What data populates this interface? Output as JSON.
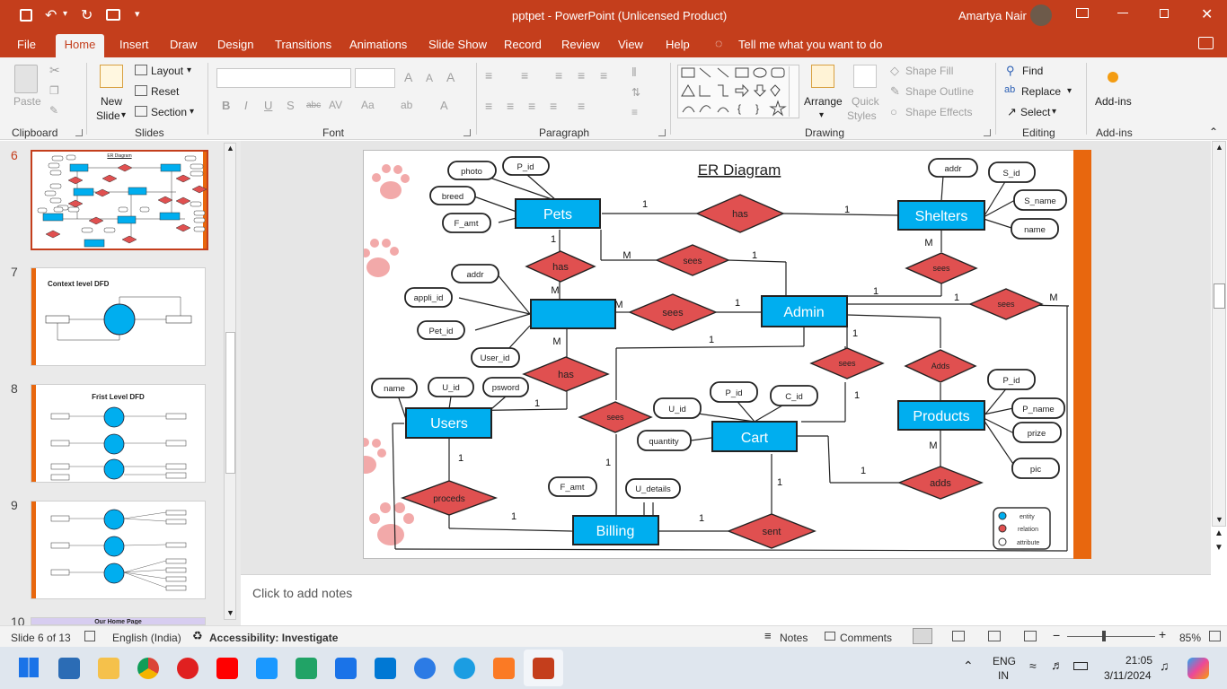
{
  "window": {
    "title": "pptpet  -  PowerPoint (Unlicensed Product)",
    "user": "Amartya Nair"
  },
  "tabs": [
    "File",
    "Home",
    "Insert",
    "Draw",
    "Design",
    "Transitions",
    "Animations",
    "Slide Show",
    "Record",
    "Review",
    "View",
    "Help"
  ],
  "tell_me": "Tell me what you want to do",
  "ribbon": {
    "clipboard": {
      "paste": "Paste",
      "label": "Clipboard"
    },
    "slides": {
      "new_slide": "New",
      "new_slide2": "Slide",
      "layout": "Layout",
      "reset": "Reset",
      "section": "Section",
      "label": "Slides"
    },
    "font": {
      "label": "Font"
    },
    "paragraph": {
      "label": "Paragraph"
    },
    "drawing": {
      "arrange": "Arrange",
      "quick_styles": "Quick",
      "quick_styles2": "Styles",
      "shape_fill": "Shape Fill",
      "shape_outline": "Shape Outline",
      "shape_effects": "Shape Effects",
      "label": "Drawing"
    },
    "editing": {
      "find": "Find",
      "replace": "Replace",
      "select": "Select",
      "label": "Editing"
    },
    "addins": {
      "button": "Add-ins",
      "label": "Add-ins"
    }
  },
  "thumbnails": [
    {
      "num": "6",
      "title": "ER Diagram",
      "selected": true
    },
    {
      "num": "7",
      "title": "Context level DFD",
      "selected": false
    },
    {
      "num": "8",
      "title": "Frist Level DFD",
      "selected": false
    },
    {
      "num": "9",
      "title": "",
      "selected": false
    },
    {
      "num": "10",
      "title": "Our Home Page",
      "selected": false
    }
  ],
  "slide": {
    "title": "ER Diagram",
    "entities": {
      "pets": "Pets",
      "shelters": "Shelters",
      "admin": "Admin",
      "users": "Users",
      "cart": "Cart",
      "products": "Products",
      "billing": "Billing"
    },
    "relations": {
      "has1": "has",
      "has2": "has",
      "has3": "has",
      "sees1": "sees",
      "sees2": "sees",
      "sees3": "sees",
      "sees4": "sees",
      "sees5": "sees",
      "sees6": "sees",
      "adds1": "Adds",
      "adds2": "adds",
      "proceds": "proceds",
      "sent": "sent"
    },
    "attributes": {
      "photo": "photo",
      "pid1": "P_id",
      "breed": "breed",
      "famt1": "F_amt",
      "addr1": "addr",
      "sid": "S_id",
      "sname": "S_name",
      "name1": "name",
      "addr2": "addr",
      "appliid": "appli_id",
      "petid": "Pet_id",
      "userid": "User_id",
      "name2": "name",
      "uid1": "U_id",
      "psword": "psword",
      "pid2": "P_id",
      "cid": "C_id",
      "uid2": "U_id",
      "quantity": "quantity",
      "pid3": "P_id",
      "pname": "P_name",
      "prize": "prize",
      "pic": "pic",
      "famt2": "F_amt",
      "udetails": "U_details"
    },
    "cardinalities": {
      "c1": "1",
      "c2": "1",
      "c3": "1",
      "c4": "M",
      "c5": "M",
      "c6": "1",
      "c7": "M",
      "c8": "1",
      "c9": "1",
      "c10": "M",
      "c11": "M",
      "c12": "1",
      "c13": "1",
      "c14": "1",
      "c15": "1",
      "c16": "1",
      "c17": "M",
      "c18": "1",
      "c19": "1",
      "c20": "1",
      "c21": "1",
      "c22": "1",
      "c23": "M",
      "c24": "1"
    },
    "legend": {
      "entity": "entity",
      "relation": "relation",
      "attribute": "attribute"
    }
  },
  "notes_placeholder": "Click to add notes",
  "status": {
    "slide": "Slide 6 of 13",
    "language": "English (India)",
    "accessibility": "Accessibility: Investigate",
    "notes": "Notes",
    "comments": "Comments",
    "zoom": "85%"
  },
  "taskbar": {
    "lang1": "ENG",
    "lang2": "IN",
    "time": "21:05",
    "date": "3/11/2024"
  },
  "colors": {
    "accent": "#c43e1c",
    "entity": "#00aeef",
    "relation": "#e05050",
    "orange": "#e8670e"
  }
}
